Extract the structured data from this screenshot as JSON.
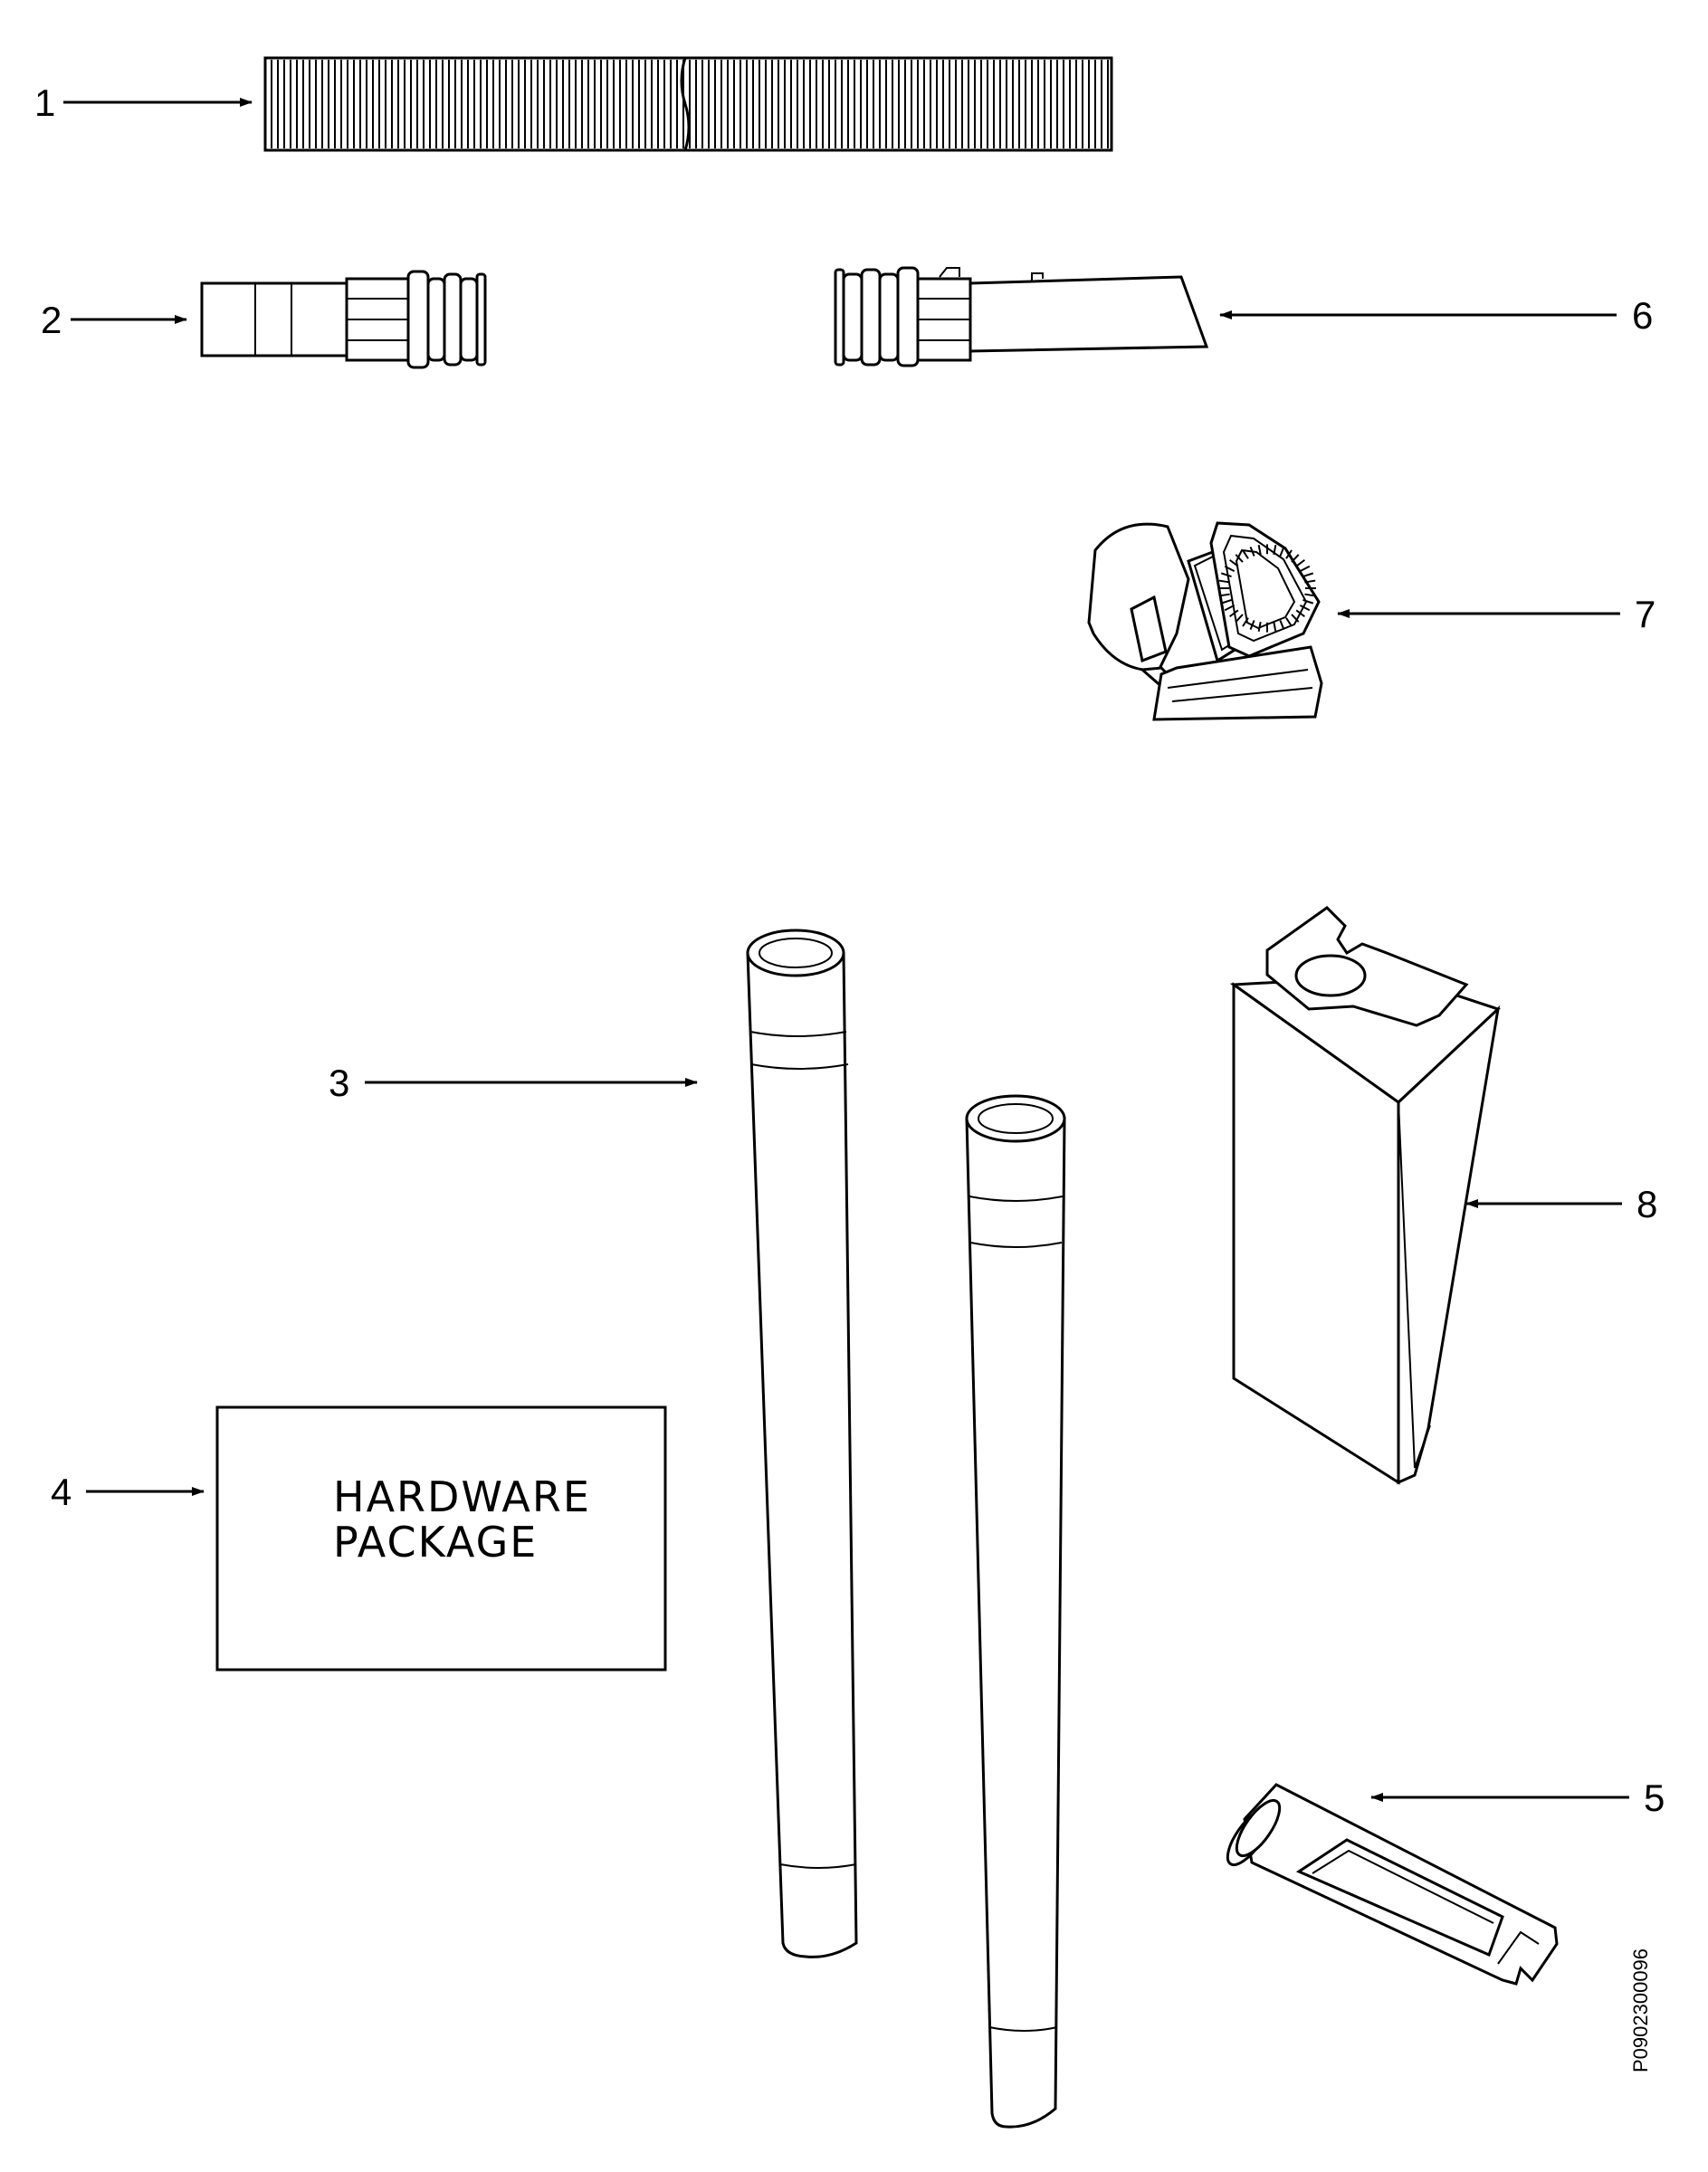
{
  "callouts": [
    {
      "id": "1",
      "label": "1"
    },
    {
      "id": "2",
      "label": "2"
    },
    {
      "id": "3",
      "label": "3"
    },
    {
      "id": "4",
      "label": "4"
    },
    {
      "id": "5",
      "label": "5"
    },
    {
      "id": "6",
      "label": "6"
    },
    {
      "id": "7",
      "label": "7"
    },
    {
      "id": "8",
      "label": "8"
    }
  ],
  "hardware_package": {
    "line1": "HARDWARE",
    "line2": "PACKAGE"
  },
  "document_id": "P0902300096",
  "colors": {
    "ink": "#000000",
    "paper": "#ffffff"
  }
}
